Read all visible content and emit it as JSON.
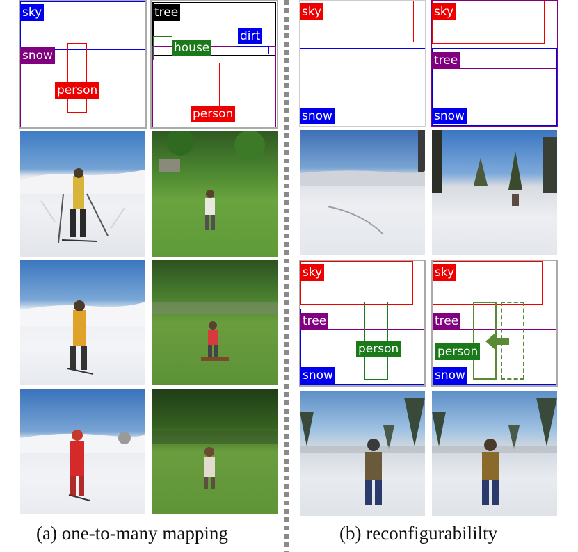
{
  "labels": {
    "sky": "sky",
    "snow": "snow",
    "person": "person",
    "tree": "tree",
    "house": "house",
    "dirt": "dirt"
  },
  "captions": {
    "left": "(a) one-to-many mapping",
    "right": "(b) reconfigurabililty"
  },
  "colors": {
    "sky_label": "#0000ee",
    "snow_label": "#800080",
    "person_label": "#ee0000",
    "tree_label": "#000000",
    "house_label": "#1a7a1a",
    "dirt_label": "#0000ee",
    "red_sky": "#ee0000",
    "purple_tree": "#800080",
    "blue_snow": "#0000ee",
    "green_person": "#1a7a1a",
    "arrow_green": "#5a8a35"
  }
}
